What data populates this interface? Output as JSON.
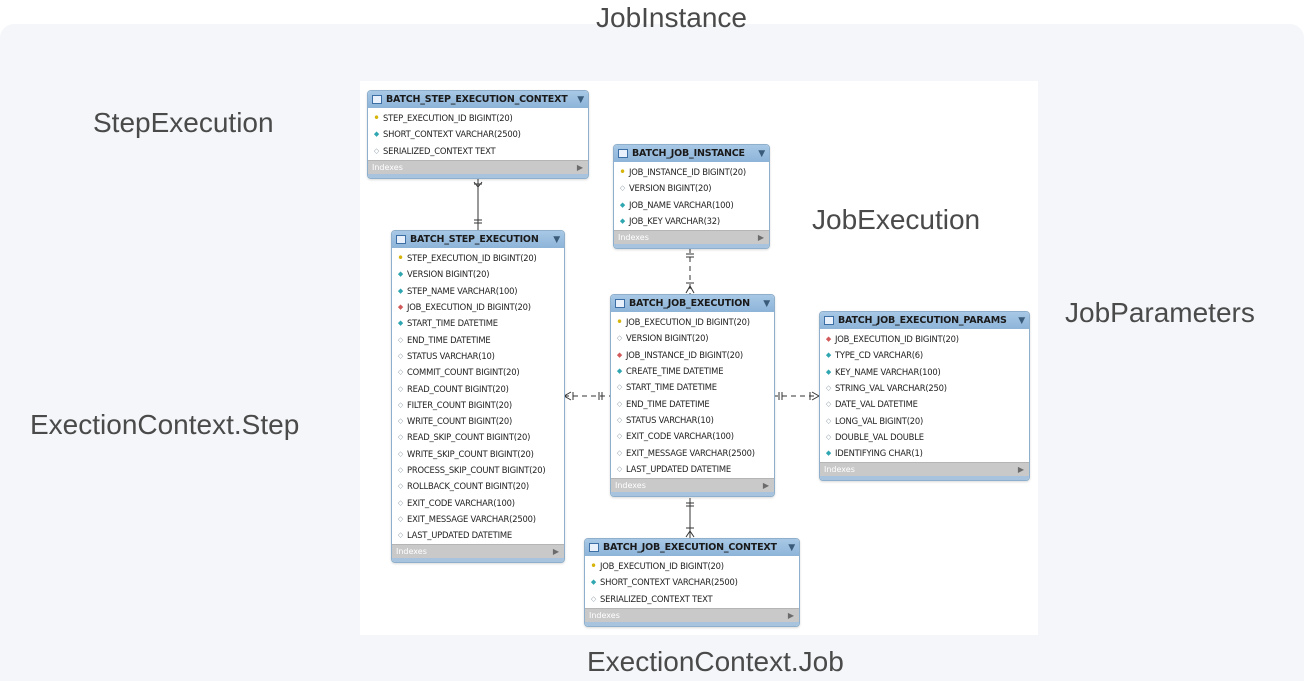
{
  "labels": {
    "job_instance": "JobInstance",
    "step_execution": "StepExecution",
    "job_execution": "JobExecution",
    "job_parameters": "JobParameters",
    "execution_context_step": "ExectionContext.Step",
    "execution_context_job": "ExectionContext.Job"
  },
  "indexes_label": "Indexes",
  "tables": {
    "step_execution_context": {
      "name": "BATCH_STEP_EXECUTION_CONTEXT",
      "columns": [
        {
          "kind": "pk",
          "text": "STEP_EXECUTION_ID BIGINT(20)"
        },
        {
          "kind": "nn",
          "text": "SHORT_CONTEXT VARCHAR(2500)"
        },
        {
          "kind": "nu",
          "text": "SERIALIZED_CONTEXT TEXT"
        }
      ]
    },
    "job_instance": {
      "name": "BATCH_JOB_INSTANCE",
      "columns": [
        {
          "kind": "pk",
          "text": "JOB_INSTANCE_ID BIGINT(20)"
        },
        {
          "kind": "nu",
          "text": "VERSION BIGINT(20)"
        },
        {
          "kind": "nn",
          "text": "JOB_NAME VARCHAR(100)"
        },
        {
          "kind": "nn",
          "text": "JOB_KEY VARCHAR(32)"
        }
      ]
    },
    "step_execution": {
      "name": "BATCH_STEP_EXECUTION",
      "columns": [
        {
          "kind": "pk",
          "text": "STEP_EXECUTION_ID BIGINT(20)"
        },
        {
          "kind": "nn",
          "text": "VERSION BIGINT(20)"
        },
        {
          "kind": "nn",
          "text": "STEP_NAME VARCHAR(100)"
        },
        {
          "kind": "fk",
          "text": "JOB_EXECUTION_ID BIGINT(20)"
        },
        {
          "kind": "nn",
          "text": "START_TIME DATETIME"
        },
        {
          "kind": "nu",
          "text": "END_TIME DATETIME"
        },
        {
          "kind": "nu",
          "text": "STATUS VARCHAR(10)"
        },
        {
          "kind": "nu",
          "text": "COMMIT_COUNT BIGINT(20)"
        },
        {
          "kind": "nu",
          "text": "READ_COUNT BIGINT(20)"
        },
        {
          "kind": "nu",
          "text": "FILTER_COUNT BIGINT(20)"
        },
        {
          "kind": "nu",
          "text": "WRITE_COUNT BIGINT(20)"
        },
        {
          "kind": "nu",
          "text": "READ_SKIP_COUNT BIGINT(20)"
        },
        {
          "kind": "nu",
          "text": "WRITE_SKIP_COUNT BIGINT(20)"
        },
        {
          "kind": "nu",
          "text": "PROCESS_SKIP_COUNT BIGINT(20)"
        },
        {
          "kind": "nu",
          "text": "ROLLBACK_COUNT BIGINT(20)"
        },
        {
          "kind": "nu",
          "text": "EXIT_CODE VARCHAR(100)"
        },
        {
          "kind": "nu",
          "text": "EXIT_MESSAGE VARCHAR(2500)"
        },
        {
          "kind": "nu",
          "text": "LAST_UPDATED DATETIME"
        }
      ]
    },
    "job_execution": {
      "name": "BATCH_JOB_EXECUTION",
      "columns": [
        {
          "kind": "pk",
          "text": "JOB_EXECUTION_ID BIGINT(20)"
        },
        {
          "kind": "nu",
          "text": "VERSION BIGINT(20)"
        },
        {
          "kind": "fk",
          "text": "JOB_INSTANCE_ID BIGINT(20)"
        },
        {
          "kind": "nn",
          "text": "CREATE_TIME DATETIME"
        },
        {
          "kind": "nu",
          "text": "START_TIME DATETIME"
        },
        {
          "kind": "nu",
          "text": "END_TIME DATETIME"
        },
        {
          "kind": "nu",
          "text": "STATUS VARCHAR(10)"
        },
        {
          "kind": "nu",
          "text": "EXIT_CODE VARCHAR(100)"
        },
        {
          "kind": "nu",
          "text": "EXIT_MESSAGE VARCHAR(2500)"
        },
        {
          "kind": "nu",
          "text": "LAST_UPDATED DATETIME"
        }
      ]
    },
    "job_execution_params": {
      "name": "BATCH_JOB_EXECUTION_PARAMS",
      "columns": [
        {
          "kind": "fk",
          "text": "JOB_EXECUTION_ID BIGINT(20)"
        },
        {
          "kind": "nn",
          "text": "TYPE_CD VARCHAR(6)"
        },
        {
          "kind": "nn",
          "text": "KEY_NAME VARCHAR(100)"
        },
        {
          "kind": "nu",
          "text": "STRING_VAL VARCHAR(250)"
        },
        {
          "kind": "nu",
          "text": "DATE_VAL DATETIME"
        },
        {
          "kind": "nu",
          "text": "LONG_VAL BIGINT(20)"
        },
        {
          "kind": "nu",
          "text": "DOUBLE_VAL DOUBLE"
        },
        {
          "kind": "nn",
          "text": "IDENTIFYING CHAR(1)"
        }
      ]
    },
    "job_execution_context": {
      "name": "BATCH_JOB_EXECUTION_CONTEXT",
      "columns": [
        {
          "kind": "pk",
          "text": "JOB_EXECUTION_ID BIGINT(20)"
        },
        {
          "kind": "nn",
          "text": "SHORT_CONTEXT VARCHAR(2500)"
        },
        {
          "kind": "nu",
          "text": "SERIALIZED_CONTEXT TEXT"
        }
      ]
    }
  }
}
